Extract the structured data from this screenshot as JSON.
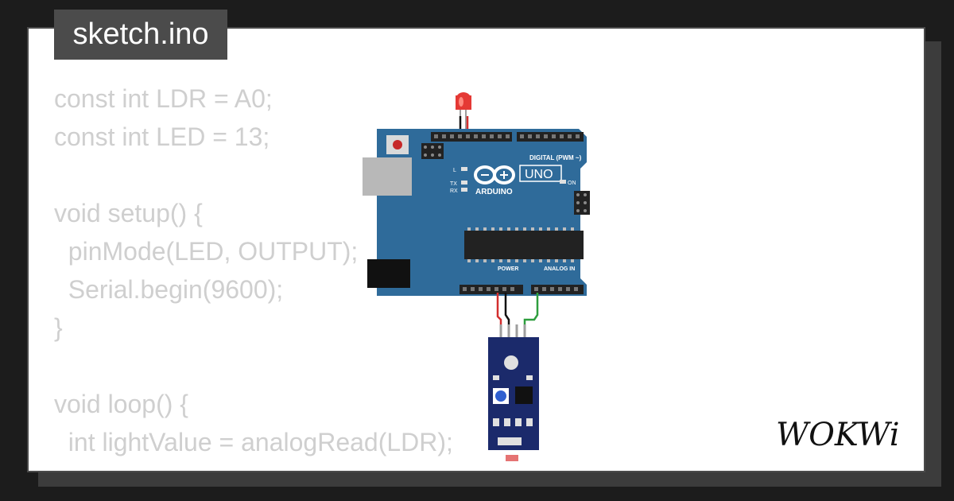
{
  "file_tab": {
    "label": "sketch.ino"
  },
  "code_lines": [
    "const int LDR = A0;",
    "const int LED = 13;",
    "",
    "void setup() {",
    "  pinMode(LED, OUTPUT);",
    "  Serial.begin(9600);",
    "}",
    "",
    "void loop() {",
    "  int lightValue = analogRead(LDR);"
  ],
  "board": {
    "brand": "ARDUINO",
    "model": "UNO",
    "digital_label": "DIGITAL (PWM ~)",
    "power_label": "POWER",
    "analog_label": "ANALOG IN",
    "on_label": "ON",
    "l_label": "L",
    "tx_label": "TX",
    "rx_label": "RX"
  },
  "logo": {
    "text": "WOKWi"
  },
  "colors": {
    "background": "#1c1c1c",
    "card": "#ffffff",
    "code_text": "#cfcfcf",
    "board": "#2f6b9a",
    "led": "#e53935",
    "wire_red": "#d32f2f",
    "wire_black": "#111111",
    "wire_green": "#2e9e3e",
    "sensor_board": "#1b2a6b"
  },
  "icons": {
    "led": "red-led-icon",
    "reset_button": "reset-button-icon",
    "sensor": "ldr-sensor-module-icon"
  }
}
